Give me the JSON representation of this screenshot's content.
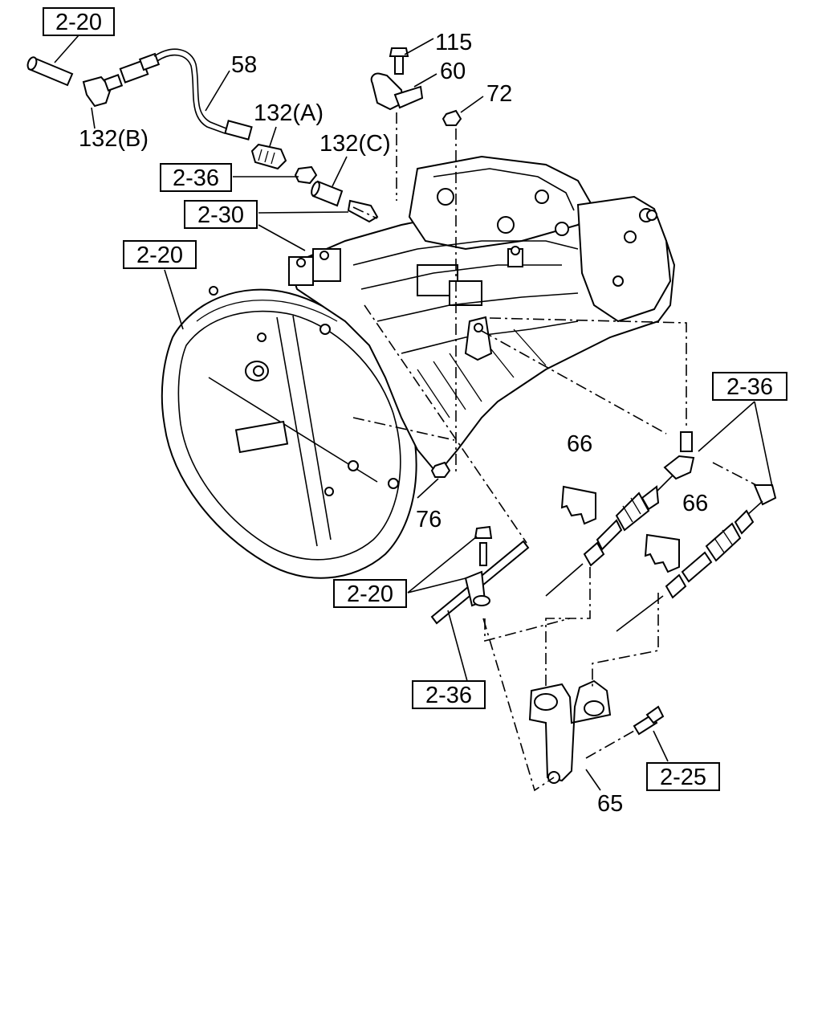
{
  "diagram": {
    "reference_boxes": [
      {
        "id": "ref-top-left",
        "text": "2-20"
      },
      {
        "id": "ref-236-a",
        "text": "2-36"
      },
      {
        "id": "ref-230",
        "text": "2-30"
      },
      {
        "id": "ref-220-b",
        "text": "2-20"
      },
      {
        "id": "ref-236-right",
        "text": "2-36"
      },
      {
        "id": "ref-220-c",
        "text": "2-20"
      },
      {
        "id": "ref-236-bottom",
        "text": "2-36"
      },
      {
        "id": "ref-225",
        "text": "2-25"
      }
    ],
    "part_labels": [
      {
        "id": "p115",
        "text": "115"
      },
      {
        "id": "p60",
        "text": "60"
      },
      {
        "id": "p72",
        "text": "72"
      },
      {
        "id": "p58",
        "text": "58"
      },
      {
        "id": "p132a",
        "text": "132(A)"
      },
      {
        "id": "p132b",
        "text": "132(B)"
      },
      {
        "id": "p132c",
        "text": "132(C)"
      },
      {
        "id": "p66a",
        "text": "66"
      },
      {
        "id": "p66b",
        "text": "66"
      },
      {
        "id": "p76",
        "text": "76"
      },
      {
        "id": "p65",
        "text": "65"
      }
    ]
  }
}
